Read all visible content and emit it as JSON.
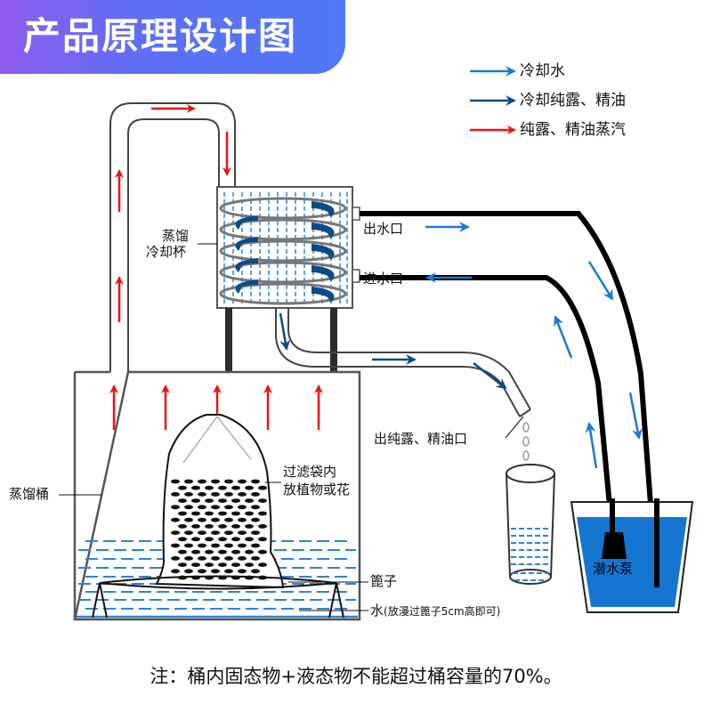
{
  "header": {
    "title": "产品原理设计图"
  },
  "legend": {
    "items": [
      {
        "label": "冷却水",
        "color": "#1a7ad4",
        "icon": "arrow-right-icon"
      },
      {
        "label": "冷却纯露、精油",
        "color": "#0b4b86",
        "icon": "arrow-right-icon"
      },
      {
        "label": "纯露、精油蒸汽",
        "color": "#ee1111",
        "icon": "arrow-right-icon"
      }
    ]
  },
  "labels": {
    "condenser_line1": "蒸馏",
    "condenser_line2": "冷却杯",
    "water_outlet": "出水口",
    "water_inlet": "进水口",
    "product_outlet": "出纯露、精油口",
    "distill_bucket": "蒸馏桶",
    "filter_bag_line1": "过滤袋内",
    "filter_bag_line2": "放植物或花",
    "steamer_rack": "篦子",
    "water": "水",
    "water_note": "(放漫过篦子5cm高即可)",
    "pump": "潜水泵"
  },
  "note": "注：桶内固态物+液态物不能超过桶容量的70%。",
  "colors": {
    "cooling_water": "#1a7ad4",
    "cooled_product": "#0b4b86",
    "steam": "#ee1111",
    "pump_water": "#1576d1"
  }
}
